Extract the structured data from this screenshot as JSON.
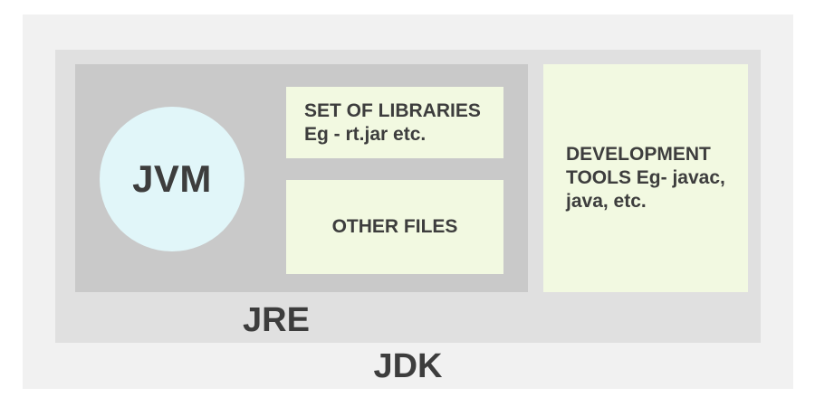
{
  "colors": {
    "page_background": "#ffffff",
    "jdk_box": "#f1f1f1",
    "jre_box": "#e0e0e0",
    "jvm_area_box": "#c9c9c9",
    "content_box": "#f2f9e1",
    "jvm_circle": "#e1f6f9",
    "text": "#3d3d3d"
  },
  "diagram": {
    "jdk": {
      "label": "JDK"
    },
    "jre": {
      "label": "JRE"
    },
    "jvm": {
      "label": "JVM"
    },
    "libraries_box": {
      "lines": [
        "SET OF LIBRARIES",
        "Eg - rt.jar etc."
      ]
    },
    "other_files_box": {
      "label": "OTHER FILES"
    },
    "dev_tools_box": {
      "lines": [
        "DEVELOPMENT",
        "TOOLS Eg- javac,",
        "java, etc."
      ]
    }
  }
}
